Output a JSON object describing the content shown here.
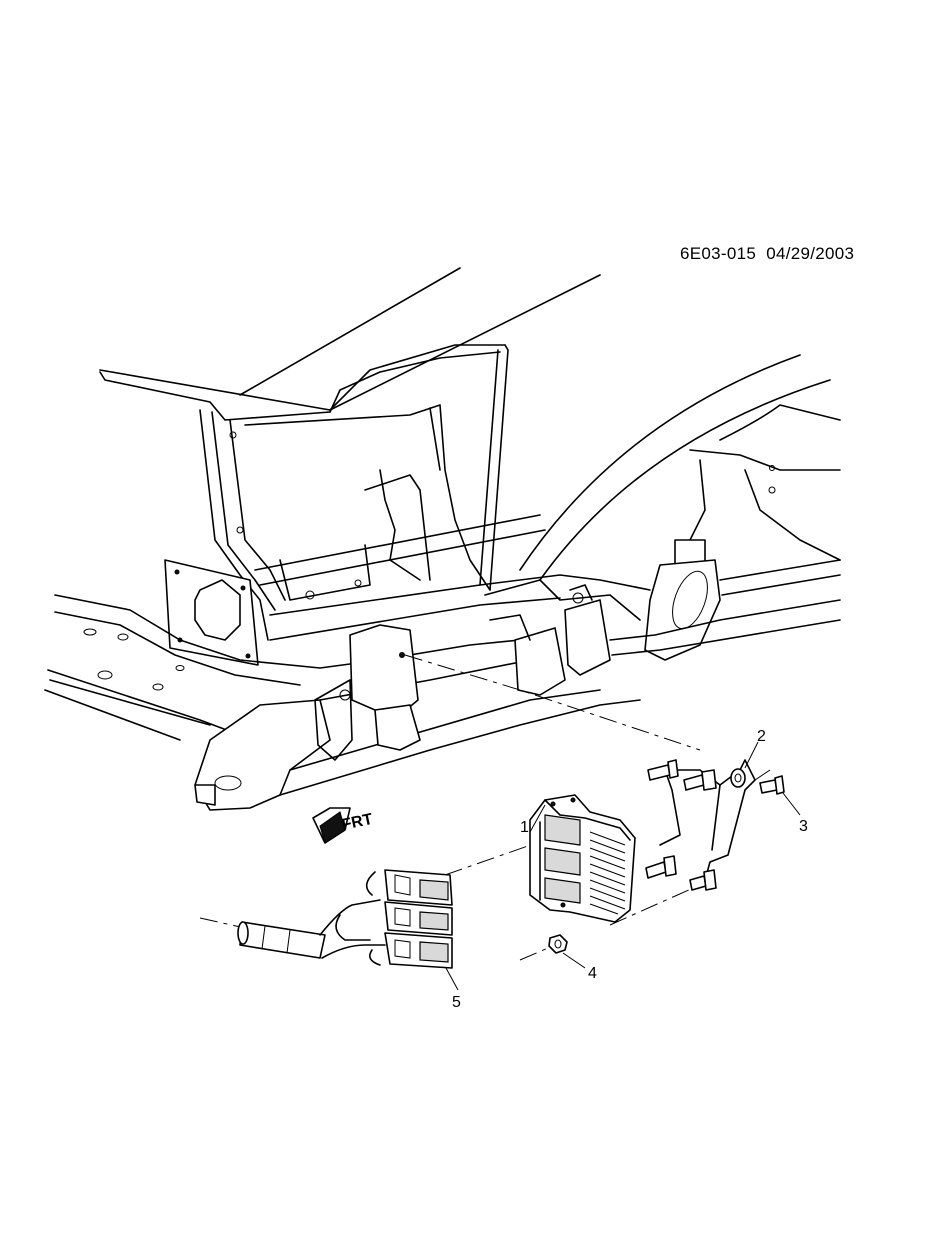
{
  "header": {
    "ref_code": "6E03-015",
    "date": "04/29/2003"
  },
  "callouts": [
    "1",
    "2",
    "3",
    "4",
    "5"
  ],
  "front_arrow_label": "FRT"
}
